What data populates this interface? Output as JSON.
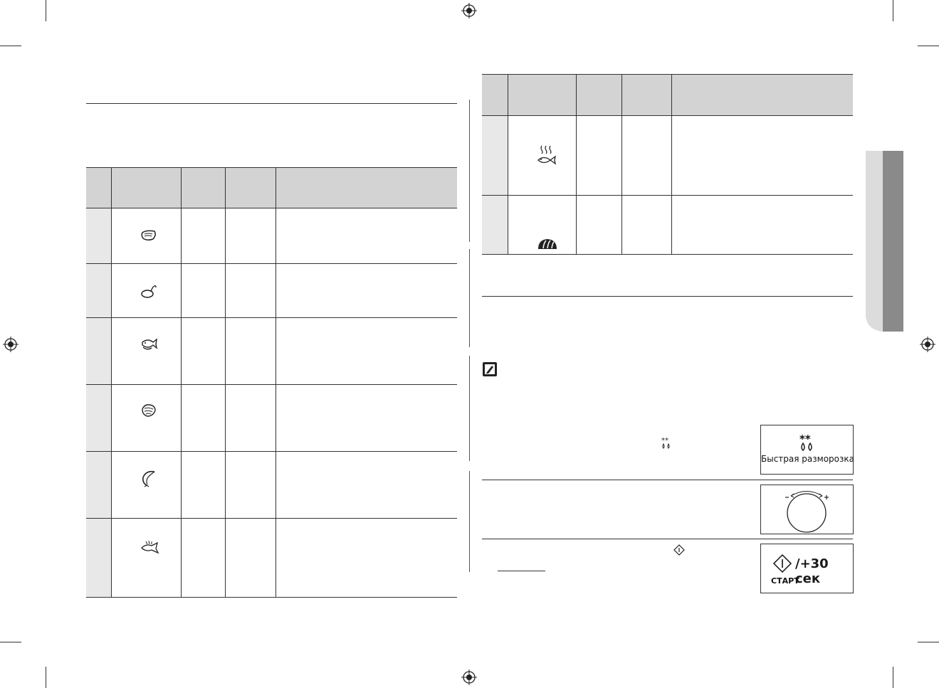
{
  "panels": {
    "quick_defrost_label": "Быстрая разморозка",
    "start_label": "СТАРТ",
    "plus30_label": "/+30 сек"
  },
  "icons": {
    "left_table_rows": [
      "meat-slab-icon",
      "poultry-drumstick-icon",
      "fish-icon",
      "shellfish-icon",
      "shrimp-icon",
      "fish-bone-icon"
    ],
    "right_table_rows": [
      "steam-fish-icon",
      "bread-loaf-icon"
    ],
    "note": "memo-note-icon",
    "registration": "registration-mark-icon"
  },
  "colors": {
    "table_header": "#d3d3d3",
    "row_number_cell": "#e8e8e8",
    "tab_light": "#dcdcdc",
    "tab_dark": "#8a8a8a"
  }
}
